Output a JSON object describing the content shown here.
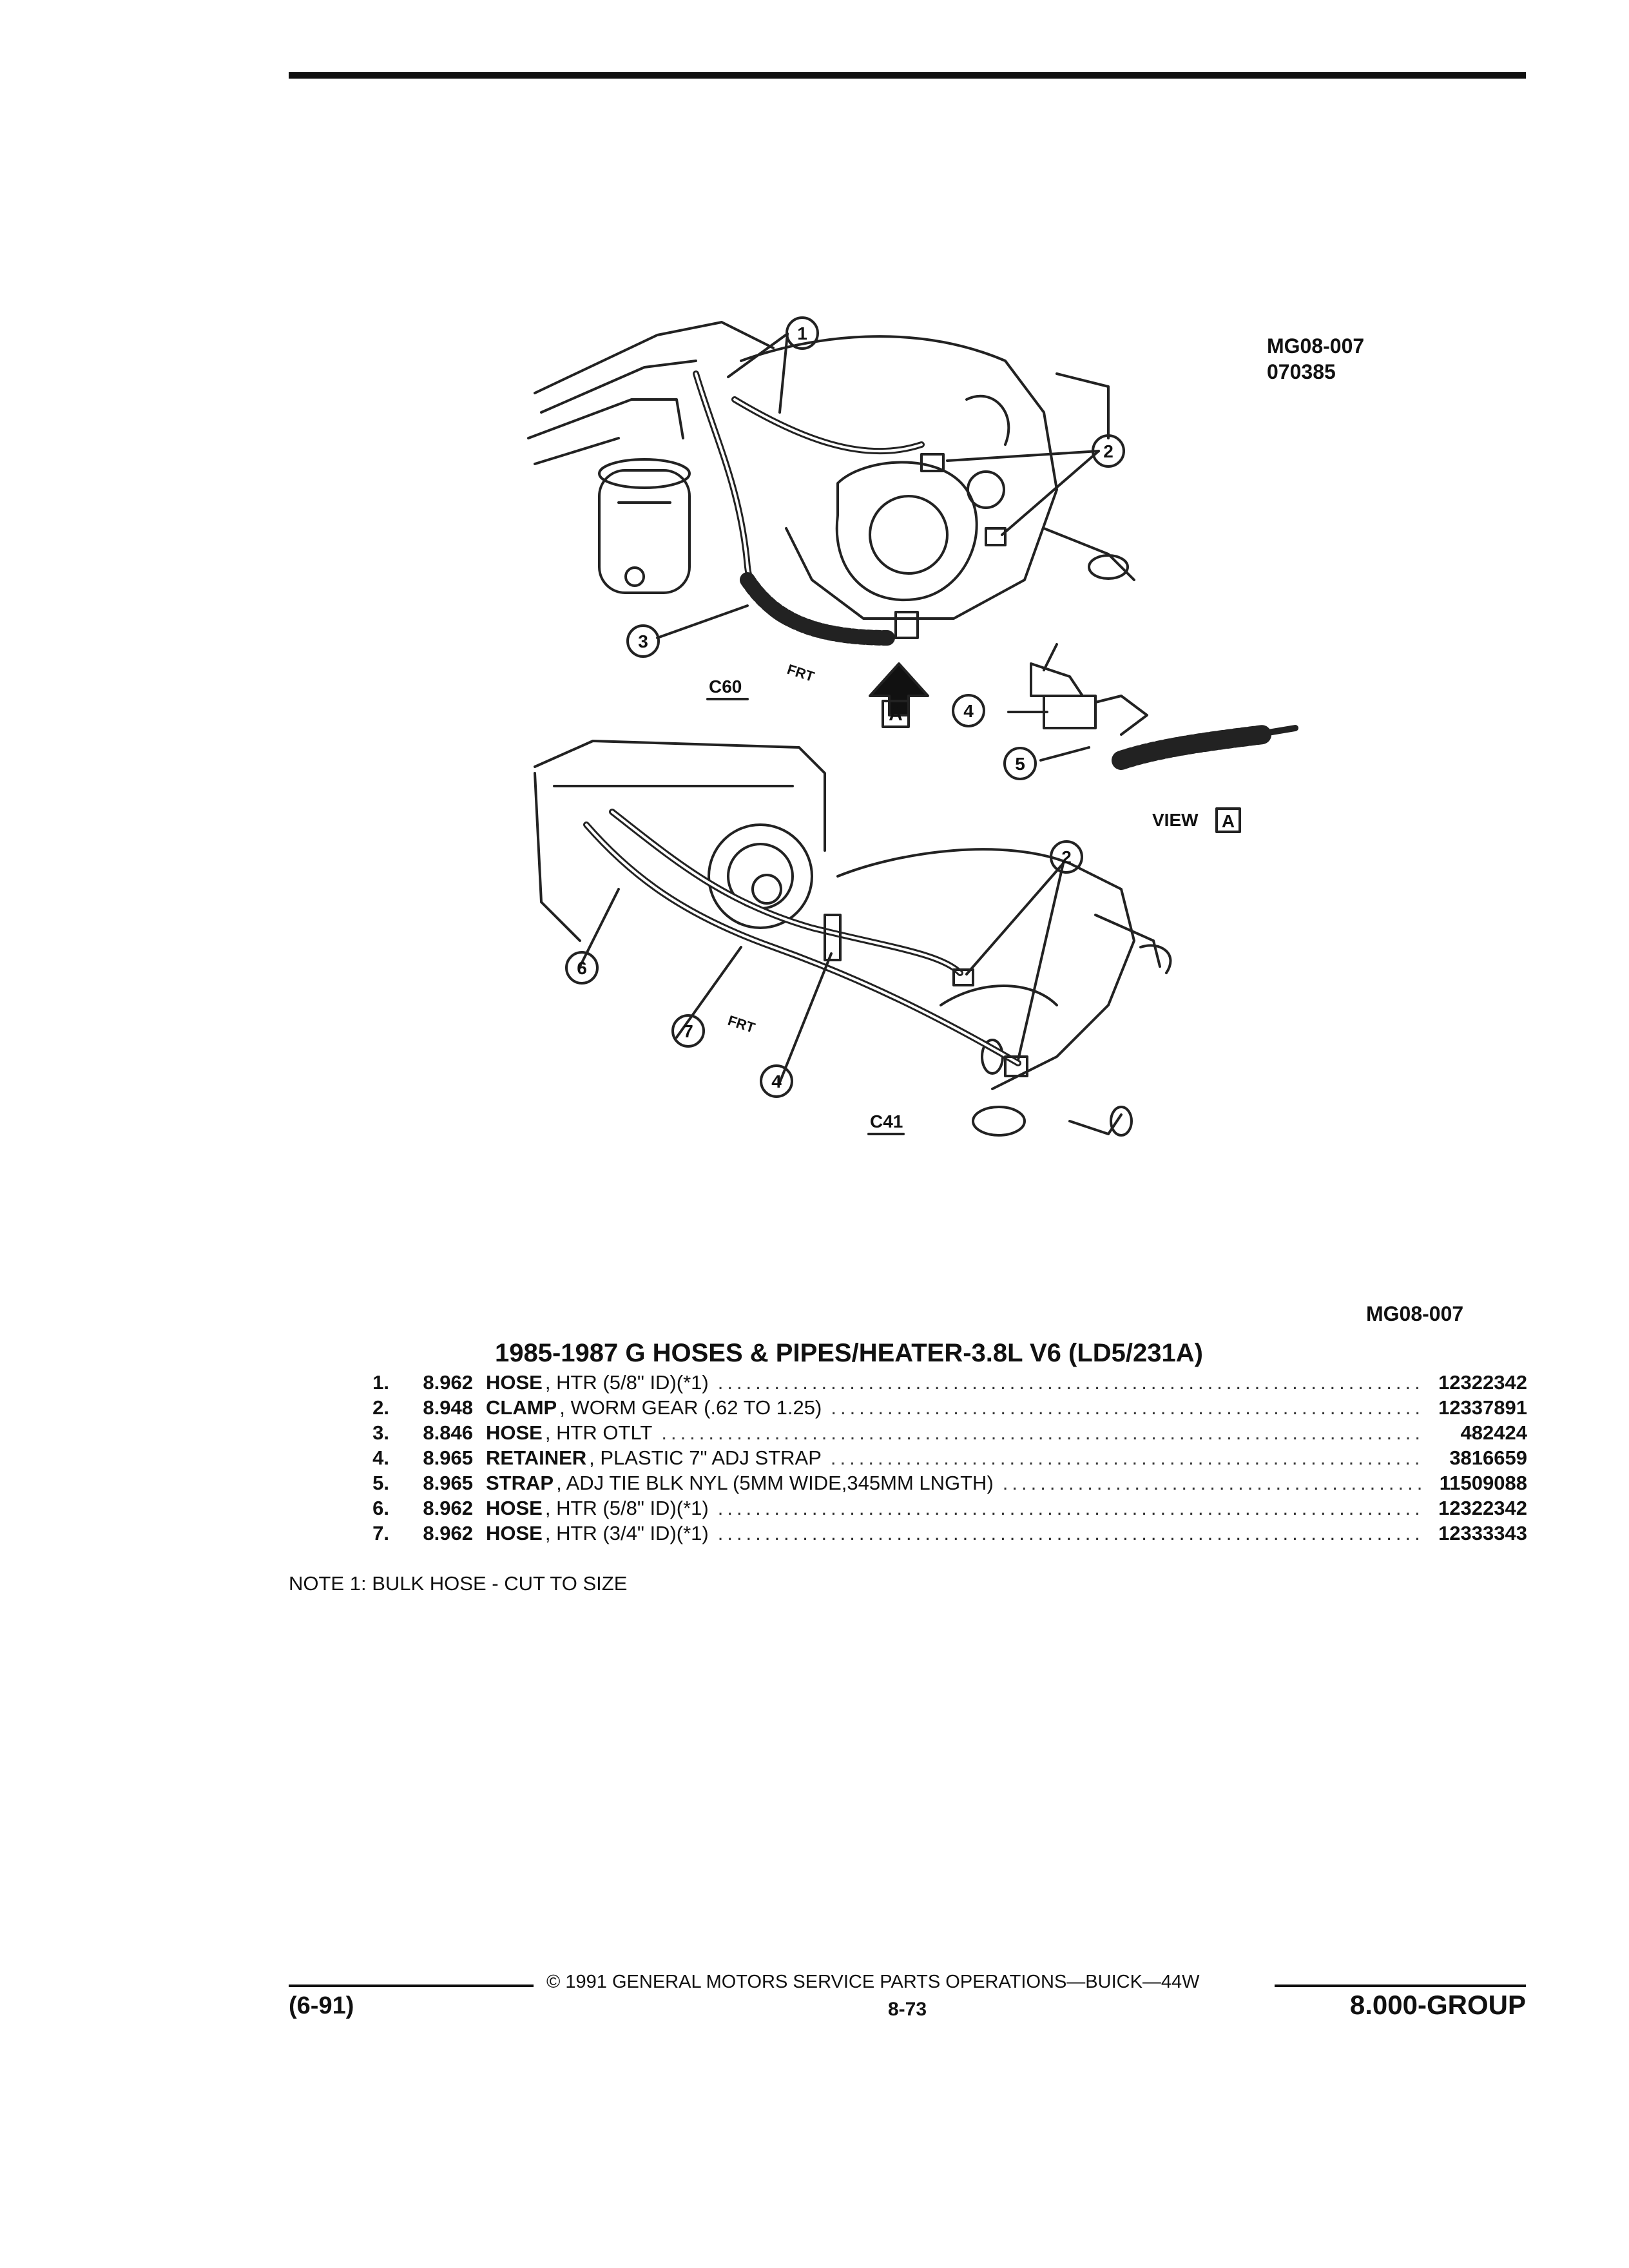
{
  "figure": {
    "code_top": "MG08-007",
    "date_code": "070385",
    "code_bottom": "MG08-007",
    "callouts": [
      "1",
      "2",
      "3",
      "4",
      "5",
      "2",
      "6",
      "7",
      "4"
    ],
    "labels": {
      "upper_view": "C60",
      "lower_view": "C41",
      "front_arrow": "FRT",
      "view_marker": "A",
      "view_label": "VIEW",
      "view_label_box": "A"
    }
  },
  "title": "1985-1987 G HOSES & PIPES/HEATER-3.8L V6 (LD5/231A)",
  "parts": [
    {
      "num": "1.",
      "group": "8.962",
      "name": "HOSE",
      "desc": ", HTR (5/8\" ID)(*1)",
      "part": "12322342"
    },
    {
      "num": "2.",
      "group": "8.948",
      "name": "CLAMP",
      "desc": ", WORM GEAR (.62 TO 1.25)",
      "part": "12337891"
    },
    {
      "num": "3.",
      "group": "8.846",
      "name": "HOSE",
      "desc": ", HTR OTLT",
      "part": "482424"
    },
    {
      "num": "4.",
      "group": "8.965",
      "name": "RETAINER",
      "desc": ", PLASTIC 7\" ADJ STRAP",
      "part": "3816659"
    },
    {
      "num": "5.",
      "group": "8.965",
      "name": "STRAP",
      "desc": ", ADJ TIE BLK NYL (5MM WIDE,345MM LNGTH)",
      "part": "11509088"
    },
    {
      "num": "6.",
      "group": "8.962",
      "name": "HOSE",
      "desc": ", HTR (5/8\" ID)(*1)",
      "part": "12322342"
    },
    {
      "num": "7.",
      "group": "8.962",
      "name": "HOSE",
      "desc": ", HTR (3/4\" ID)(*1)",
      "part": "12333343"
    }
  ],
  "note": "NOTE  1:  BULK HOSE - CUT TO SIZE",
  "footer": {
    "copyright": "© 1991  GENERAL MOTORS SERVICE PARTS OPERATIONS—BUICK—44W",
    "date": "(6-91)",
    "page": "8-73",
    "group": "8.000-GROUP"
  }
}
